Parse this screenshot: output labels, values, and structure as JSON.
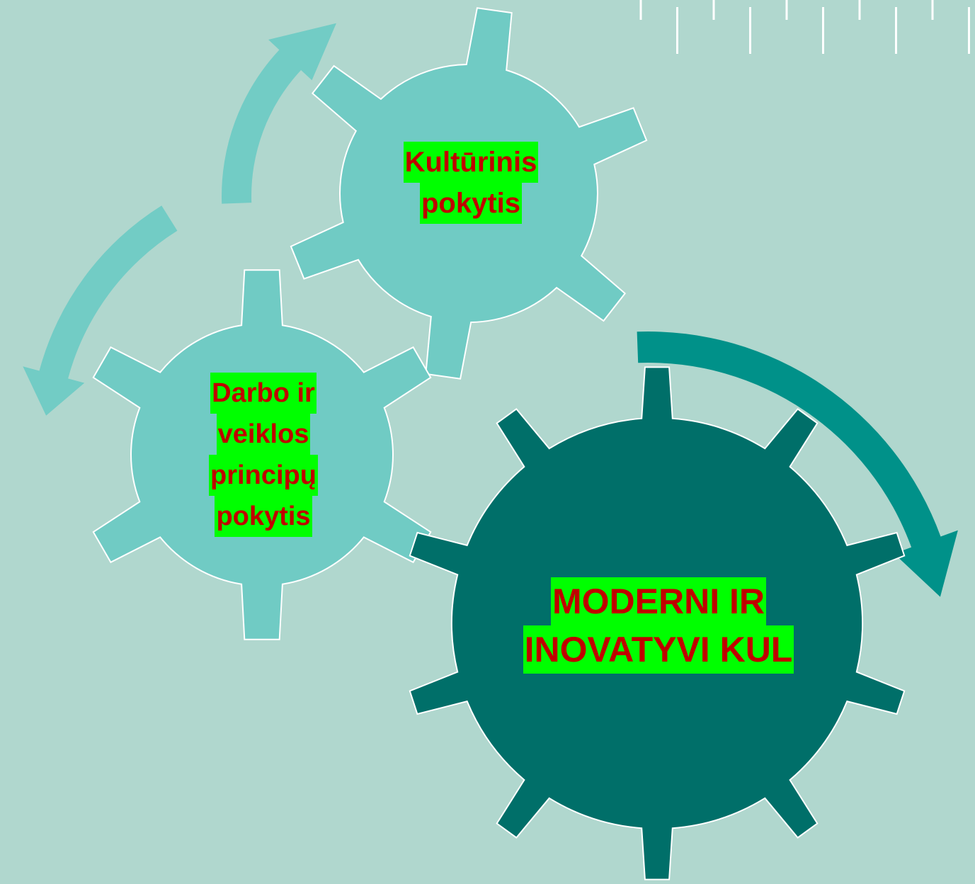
{
  "colors": {
    "background": "#b0d7ce",
    "gear_light": "#70cbc4",
    "gear_dark": "#006f69",
    "arrow_light": "#72ccc5",
    "arrow_dark": "#009189",
    "label_text": "#c00000",
    "label_highlight": "#00ff00",
    "outline": "#ffffff"
  },
  "gears": {
    "top": {
      "lines": [
        "Kultūrinis",
        "pokytis"
      ]
    },
    "left": {
      "lines": [
        "Darbo ir",
        "veiklos",
        "principų",
        "pokytis"
      ]
    },
    "large": {
      "lines": [
        "MODERNI IR",
        "INOVATYVI KUL"
      ]
    }
  },
  "decor": {
    "icon": "vertical-dash-pattern"
  }
}
